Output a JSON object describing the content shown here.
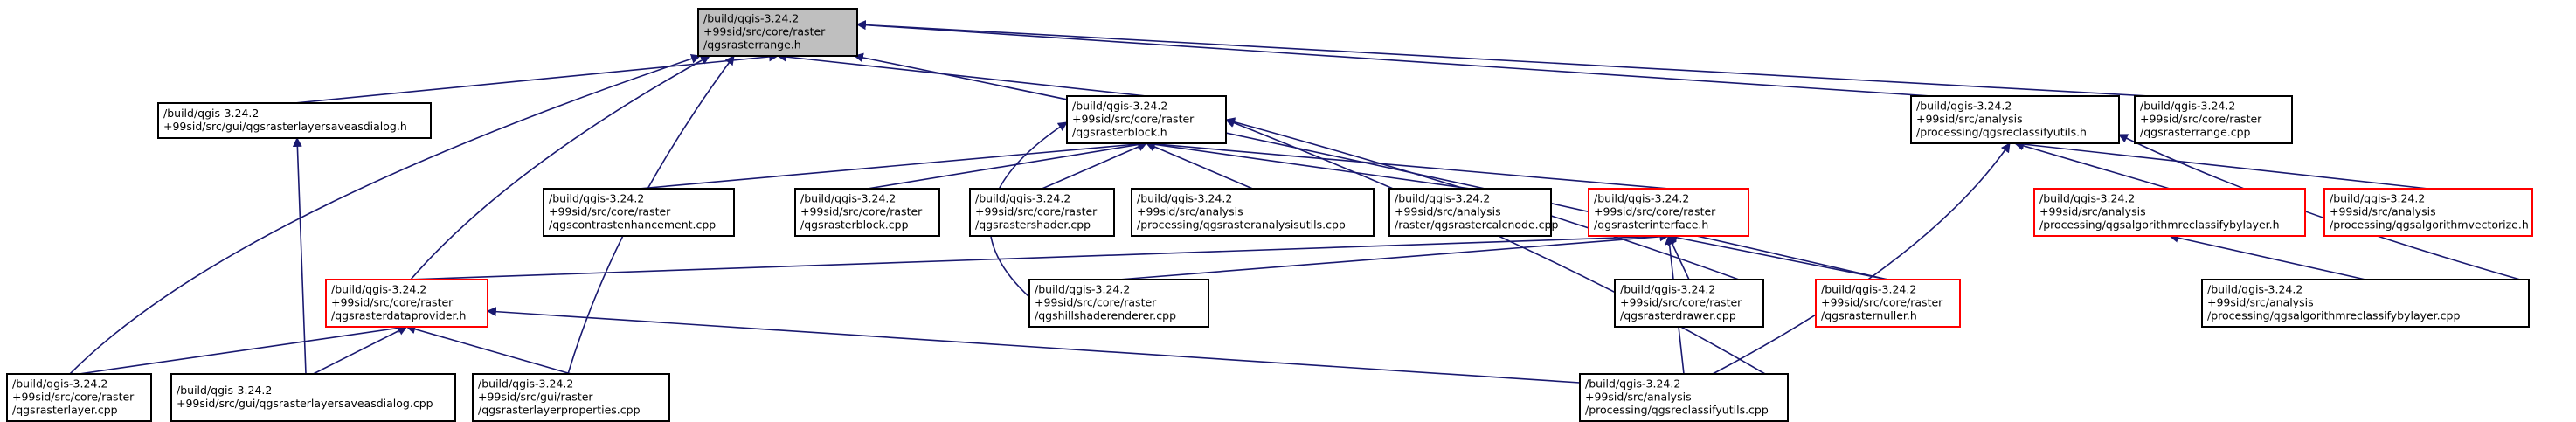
{
  "diagram": {
    "colors": {
      "edge": "#191970",
      "node_fill": "#ffffff",
      "node_border": "#000000",
      "node_border_truncated": "#ff0000",
      "focus_fill": "#bfbfbf",
      "text": "#000000"
    },
    "nodes": [
      {
        "id": "n_range_h",
        "style": "focus",
        "lines": [
          "/build/qgis-3.24.2",
          "+99sid/src/core/raster",
          "/qgsrasterrange.h"
        ]
      },
      {
        "id": "n_saveasdialog_h",
        "style": "normal",
        "lines": [
          "/build/qgis-3.24.2",
          "+99sid/src/gui/qgsrasterlayersaveasdialog.h"
        ]
      },
      {
        "id": "n_block_h",
        "style": "normal",
        "lines": [
          "/build/qgis-3.24.2",
          "+99sid/src/core/raster",
          "/qgsrasterblock.h"
        ]
      },
      {
        "id": "n_reclassifyutils_h",
        "style": "normal",
        "lines": [
          "/build/qgis-3.24.2",
          "+99sid/src/analysis",
          "/processing/qgsreclassifyutils.h"
        ]
      },
      {
        "id": "n_range_cpp",
        "style": "normal",
        "lines": [
          "/build/qgis-3.24.2",
          "+99sid/src/core/raster",
          "/qgsrasterrange.cpp"
        ]
      },
      {
        "id": "n_contrast_cpp",
        "style": "normal",
        "lines": [
          "/build/qgis-3.24.2",
          "+99sid/src/core/raster",
          "/qgscontrastenhancement.cpp"
        ]
      },
      {
        "id": "n_block_cpp",
        "style": "normal",
        "lines": [
          "/build/qgis-3.24.2",
          "+99sid/src/core/raster",
          "/qgsrasterblock.cpp"
        ]
      },
      {
        "id": "n_shader_cpp",
        "style": "normal",
        "lines": [
          "/build/qgis-3.24.2",
          "+99sid/src/core/raster",
          "/qgsrastershader.cpp"
        ]
      },
      {
        "id": "n_analysisutils_cpp",
        "style": "normal",
        "lines": [
          "/build/qgis-3.24.2",
          "+99sid/src/analysis",
          "/processing/qgsrasteranalysisutils.cpp"
        ]
      },
      {
        "id": "n_calcnode_cpp",
        "style": "normal",
        "lines": [
          "/build/qgis-3.24.2",
          "+99sid/src/analysis",
          "/raster/qgsrastercalcnode.cpp"
        ]
      },
      {
        "id": "n_interface_h",
        "style": "truncated",
        "lines": [
          "/build/qgis-3.24.2",
          "+99sid/src/core/raster",
          "/qgsrasterinterface.h"
        ]
      },
      {
        "id": "n_algreclass_h",
        "style": "truncated",
        "lines": [
          "/build/qgis-3.24.2",
          "+99sid/src/analysis",
          "/processing/qgsalgorithmreclassifybylayer.h"
        ]
      },
      {
        "id": "n_algvectorize_h",
        "style": "truncated",
        "lines": [
          "/build/qgis-3.24.2",
          "+99sid/src/analysis",
          "/processing/qgsalgorithmvectorize.h"
        ]
      },
      {
        "id": "n_dataprovider_h",
        "style": "truncated",
        "lines": [
          "/build/qgis-3.24.2",
          "+99sid/src/core/raster",
          "/qgsrasterdataprovider.h"
        ]
      },
      {
        "id": "n_hillshade_cpp",
        "style": "normal",
        "lines": [
          "/build/qgis-3.24.2",
          "+99sid/src/core/raster",
          "/qgshillshaderenderer.cpp"
        ]
      },
      {
        "id": "n_drawer_cpp",
        "style": "normal",
        "lines": [
          "/build/qgis-3.24.2",
          "+99sid/src/core/raster",
          "/qgsrasterdrawer.cpp"
        ]
      },
      {
        "id": "n_nuller_h",
        "style": "truncated",
        "lines": [
          "/build/qgis-3.24.2",
          "+99sid/src/core/raster",
          "/qgsrasternuller.h"
        ]
      },
      {
        "id": "n_algreclass_cpp",
        "style": "normal",
        "lines": [
          "/build/qgis-3.24.2",
          "+99sid/src/analysis",
          "/processing/qgsalgorithmreclassifybylayer.cpp"
        ]
      },
      {
        "id": "n_layer_cpp",
        "style": "normal",
        "lines": [
          "/build/qgis-3.24.2",
          "+99sid/src/core/raster",
          "/qgsrasterlayer.cpp"
        ]
      },
      {
        "id": "n_saveasdialog_cpp",
        "style": "normal",
        "lines": [
          "/build/qgis-3.24.2",
          "+99sid/src/gui/qgsrasterlayersaveasdialog.cpp"
        ]
      },
      {
        "id": "n_layerprops_cpp",
        "style": "normal",
        "lines": [
          "/build/qgis-3.24.2",
          "+99sid/src/gui/raster",
          "/qgsrasterlayerproperties.cpp"
        ]
      },
      {
        "id": "n_reclassifyutils_cpp",
        "style": "normal",
        "lines": [
          "/build/qgis-3.24.2",
          "+99sid/src/analysis",
          "/processing/qgsreclassifyutils.cpp"
        ]
      }
    ],
    "edges": [
      {
        "from": "n_saveasdialog_h",
        "to": "n_range_h"
      },
      {
        "from": "n_block_h",
        "to": "n_range_h"
      },
      {
        "from": "n_reclassifyutils_h",
        "to": "n_range_h"
      },
      {
        "from": "n_range_cpp",
        "to": "n_range_h"
      },
      {
        "from": "n_layer_cpp",
        "to": "n_range_h"
      },
      {
        "from": "n_dataprovider_h",
        "to": "n_range_h"
      },
      {
        "from": "n_layerprops_cpp",
        "to": "n_range_h"
      },
      {
        "from": "n_nuller_h",
        "to": "n_range_h"
      },
      {
        "from": "n_saveasdialog_cpp",
        "to": "n_saveasdialog_h"
      },
      {
        "from": "n_contrast_cpp",
        "to": "n_block_h"
      },
      {
        "from": "n_block_cpp",
        "to": "n_block_h"
      },
      {
        "from": "n_shader_cpp",
        "to": "n_block_h"
      },
      {
        "from": "n_analysisutils_cpp",
        "to": "n_block_h"
      },
      {
        "from": "n_calcnode_cpp",
        "to": "n_block_h"
      },
      {
        "from": "n_interface_h",
        "to": "n_block_h"
      },
      {
        "from": "n_hillshade_cpp",
        "to": "n_block_h"
      },
      {
        "from": "n_drawer_cpp",
        "to": "n_block_h"
      },
      {
        "from": "n_reclassifyutils_cpp",
        "to": "n_block_h"
      },
      {
        "from": "n_dataprovider_h",
        "to": "n_interface_h"
      },
      {
        "from": "n_hillshade_cpp",
        "to": "n_interface_h"
      },
      {
        "from": "n_drawer_cpp",
        "to": "n_interface_h"
      },
      {
        "from": "n_nuller_h",
        "to": "n_interface_h"
      },
      {
        "from": "n_reclassifyutils_cpp",
        "to": "n_interface_h"
      },
      {
        "from": "n_algreclass_h",
        "to": "n_reclassifyutils_h"
      },
      {
        "from": "n_algvectorize_h",
        "to": "n_reclassifyutils_h"
      },
      {
        "from": "n_algreclass_cpp",
        "to": "n_reclassifyutils_h"
      },
      {
        "from": "n_reclassifyutils_cpp",
        "to": "n_reclassifyutils_h"
      },
      {
        "from": "n_algreclass_cpp",
        "to": "n_algreclass_h"
      },
      {
        "from": "n_layer_cpp",
        "to": "n_dataprovider_h"
      },
      {
        "from": "n_saveasdialog_cpp",
        "to": "n_dataprovider_h"
      },
      {
        "from": "n_layerprops_cpp",
        "to": "n_dataprovider_h"
      },
      {
        "from": "n_reclassifyutils_cpp",
        "to": "n_dataprovider_h"
      }
    ]
  }
}
